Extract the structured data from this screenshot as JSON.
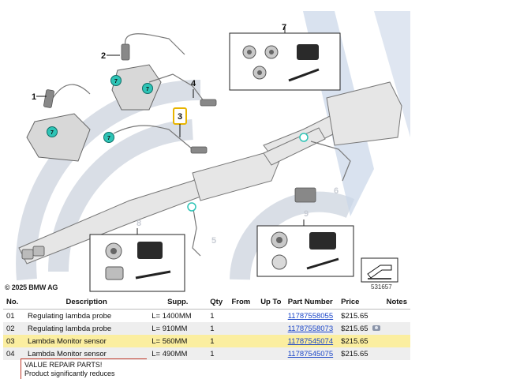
{
  "diagram": {
    "copyright": "© 2025 BMW AG",
    "diagram_number": "531657",
    "callouts": [
      "1",
      "2",
      "3",
      "4",
      "5",
      "6",
      "7",
      "7",
      "7",
      "7",
      "7",
      "8",
      "9"
    ]
  },
  "table": {
    "headers": [
      "No.",
      "Description",
      "Supp.",
      "Qty",
      "From",
      "Up To",
      "Part Number",
      "Price",
      "Notes"
    ],
    "rows": [
      {
        "no": "01",
        "description": "Regulating lambda probe",
        "supp": "L= 1400MM",
        "qty": "1",
        "from": "",
        "upto": "",
        "part_number": "11787558055",
        "price": "$215.65",
        "notes": ""
      },
      {
        "no": "02",
        "description": "Regulating lambda probe",
        "supp": "L= 910MM",
        "qty": "1",
        "from": "",
        "upto": "",
        "part_number": "11787558073",
        "price": "$215.65",
        "notes": "camera-icon"
      },
      {
        "no": "03",
        "description": "Lambda Monitor sensor",
        "supp": "L= 560MM",
        "qty": "1",
        "from": "",
        "upto": "",
        "part_number": "11787545074",
        "price": "$215.65",
        "notes": ""
      },
      {
        "no": "04",
        "description": "Lambda Monitor sensor",
        "supp": "L= 490MM",
        "qty": "1",
        "from": "",
        "upto": "",
        "part_number": "11787545075",
        "price": "$215.65",
        "notes": ""
      }
    ],
    "note_lines": [
      "VALUE REPAIR PARTS!",
      "Product significantly reduces"
    ]
  },
  "colors": {
    "link": "#1a45c8",
    "highlight": "#fbeea0",
    "callout_teal": "#2ec4b6",
    "callout_border": "#e8b400"
  }
}
